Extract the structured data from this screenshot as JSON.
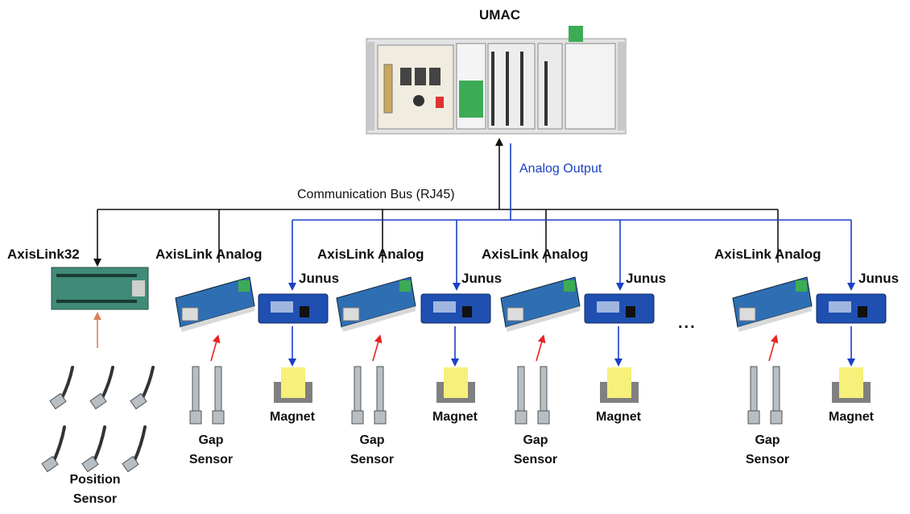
{
  "title": "UMAC",
  "bus_label": "Communication Bus (RJ45)",
  "analog_label": "Analog Output",
  "axislink32_label": "AxisLink32",
  "analog_module_label": "AxisLink Analog",
  "drive_label": "Junus",
  "magnet_label": "Magnet",
  "gap_sensor_label": [
    "Gap",
    "Sensor"
  ],
  "position_sensor_label": [
    "Position",
    "Sensor"
  ],
  "ellipsis": "...",
  "colors": {
    "bus": "#111111",
    "analog": "#1a3fc7",
    "sensor_arrow": "#e8231f",
    "position_arrow": "#d9825b",
    "magnet_core": "#f7f07a",
    "magnet_yoke": "#808080"
  }
}
